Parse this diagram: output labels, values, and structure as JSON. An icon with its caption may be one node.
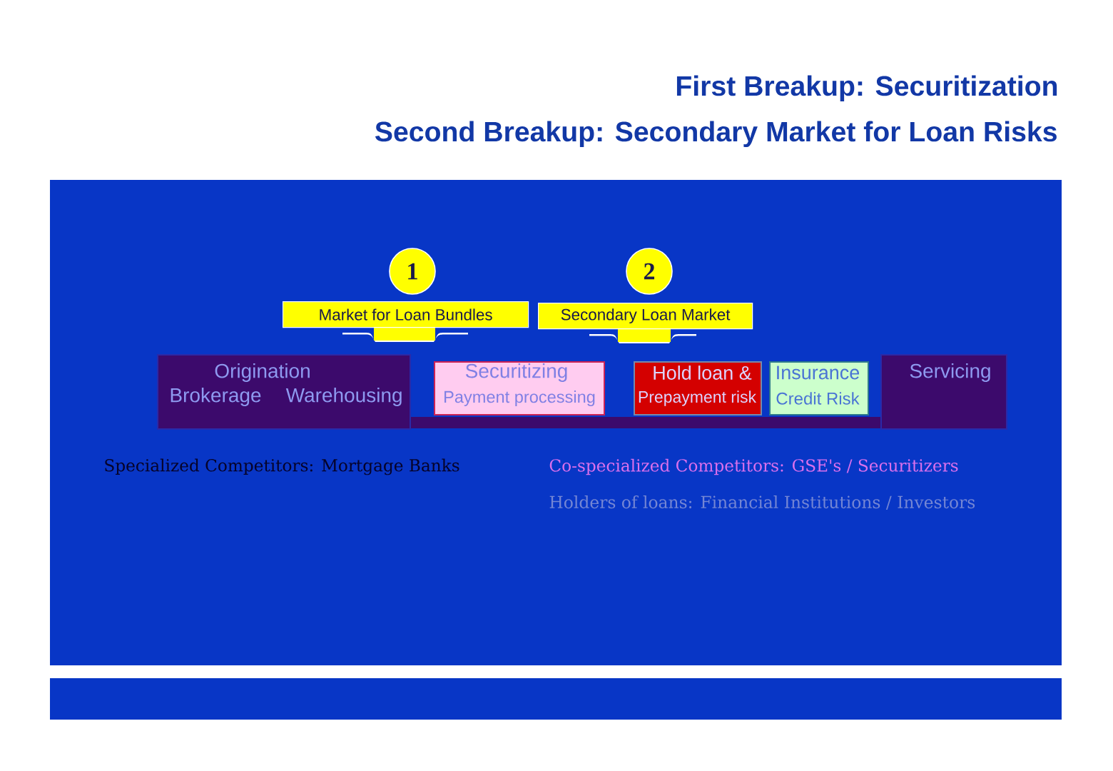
{
  "diagram": {
    "title": "First Breakup: Securitization",
    "nodes": [
      {
        "text": [
          "1"
        ]
      },
      {
        "text": [
          "2"
        ]
      },
      {
        "text": [
          "Market for Loan Bundles"
        ]
      },
      {
        "text": [
          "Secondary Loan Market"
        ]
      },
      {
        "text": [
          "Origination",
          "Brokerage",
          "Warehousing"
        ]
      },
      {
        "text": [
          "Securitizing",
          "Payment processing"
        ]
      },
      {
        "text": [
          "Hold loan &",
          "Prepayment risk"
        ]
      },
      {
        "text": [
          "Insurance",
          "Credit Risk"
        ]
      },
      {
        "text": [
          "Servicing"
        ]
      }
    ],
    "labels": [
      "Second Breakup: Secondary Market for Loan Risks",
      "Specialized Competitors: Mortgage Banks",
      "Co-specialized Competitors: GSE's / Securitizers",
      "Holders of loans: Financial Institutions / Investors"
    ]
  }
}
